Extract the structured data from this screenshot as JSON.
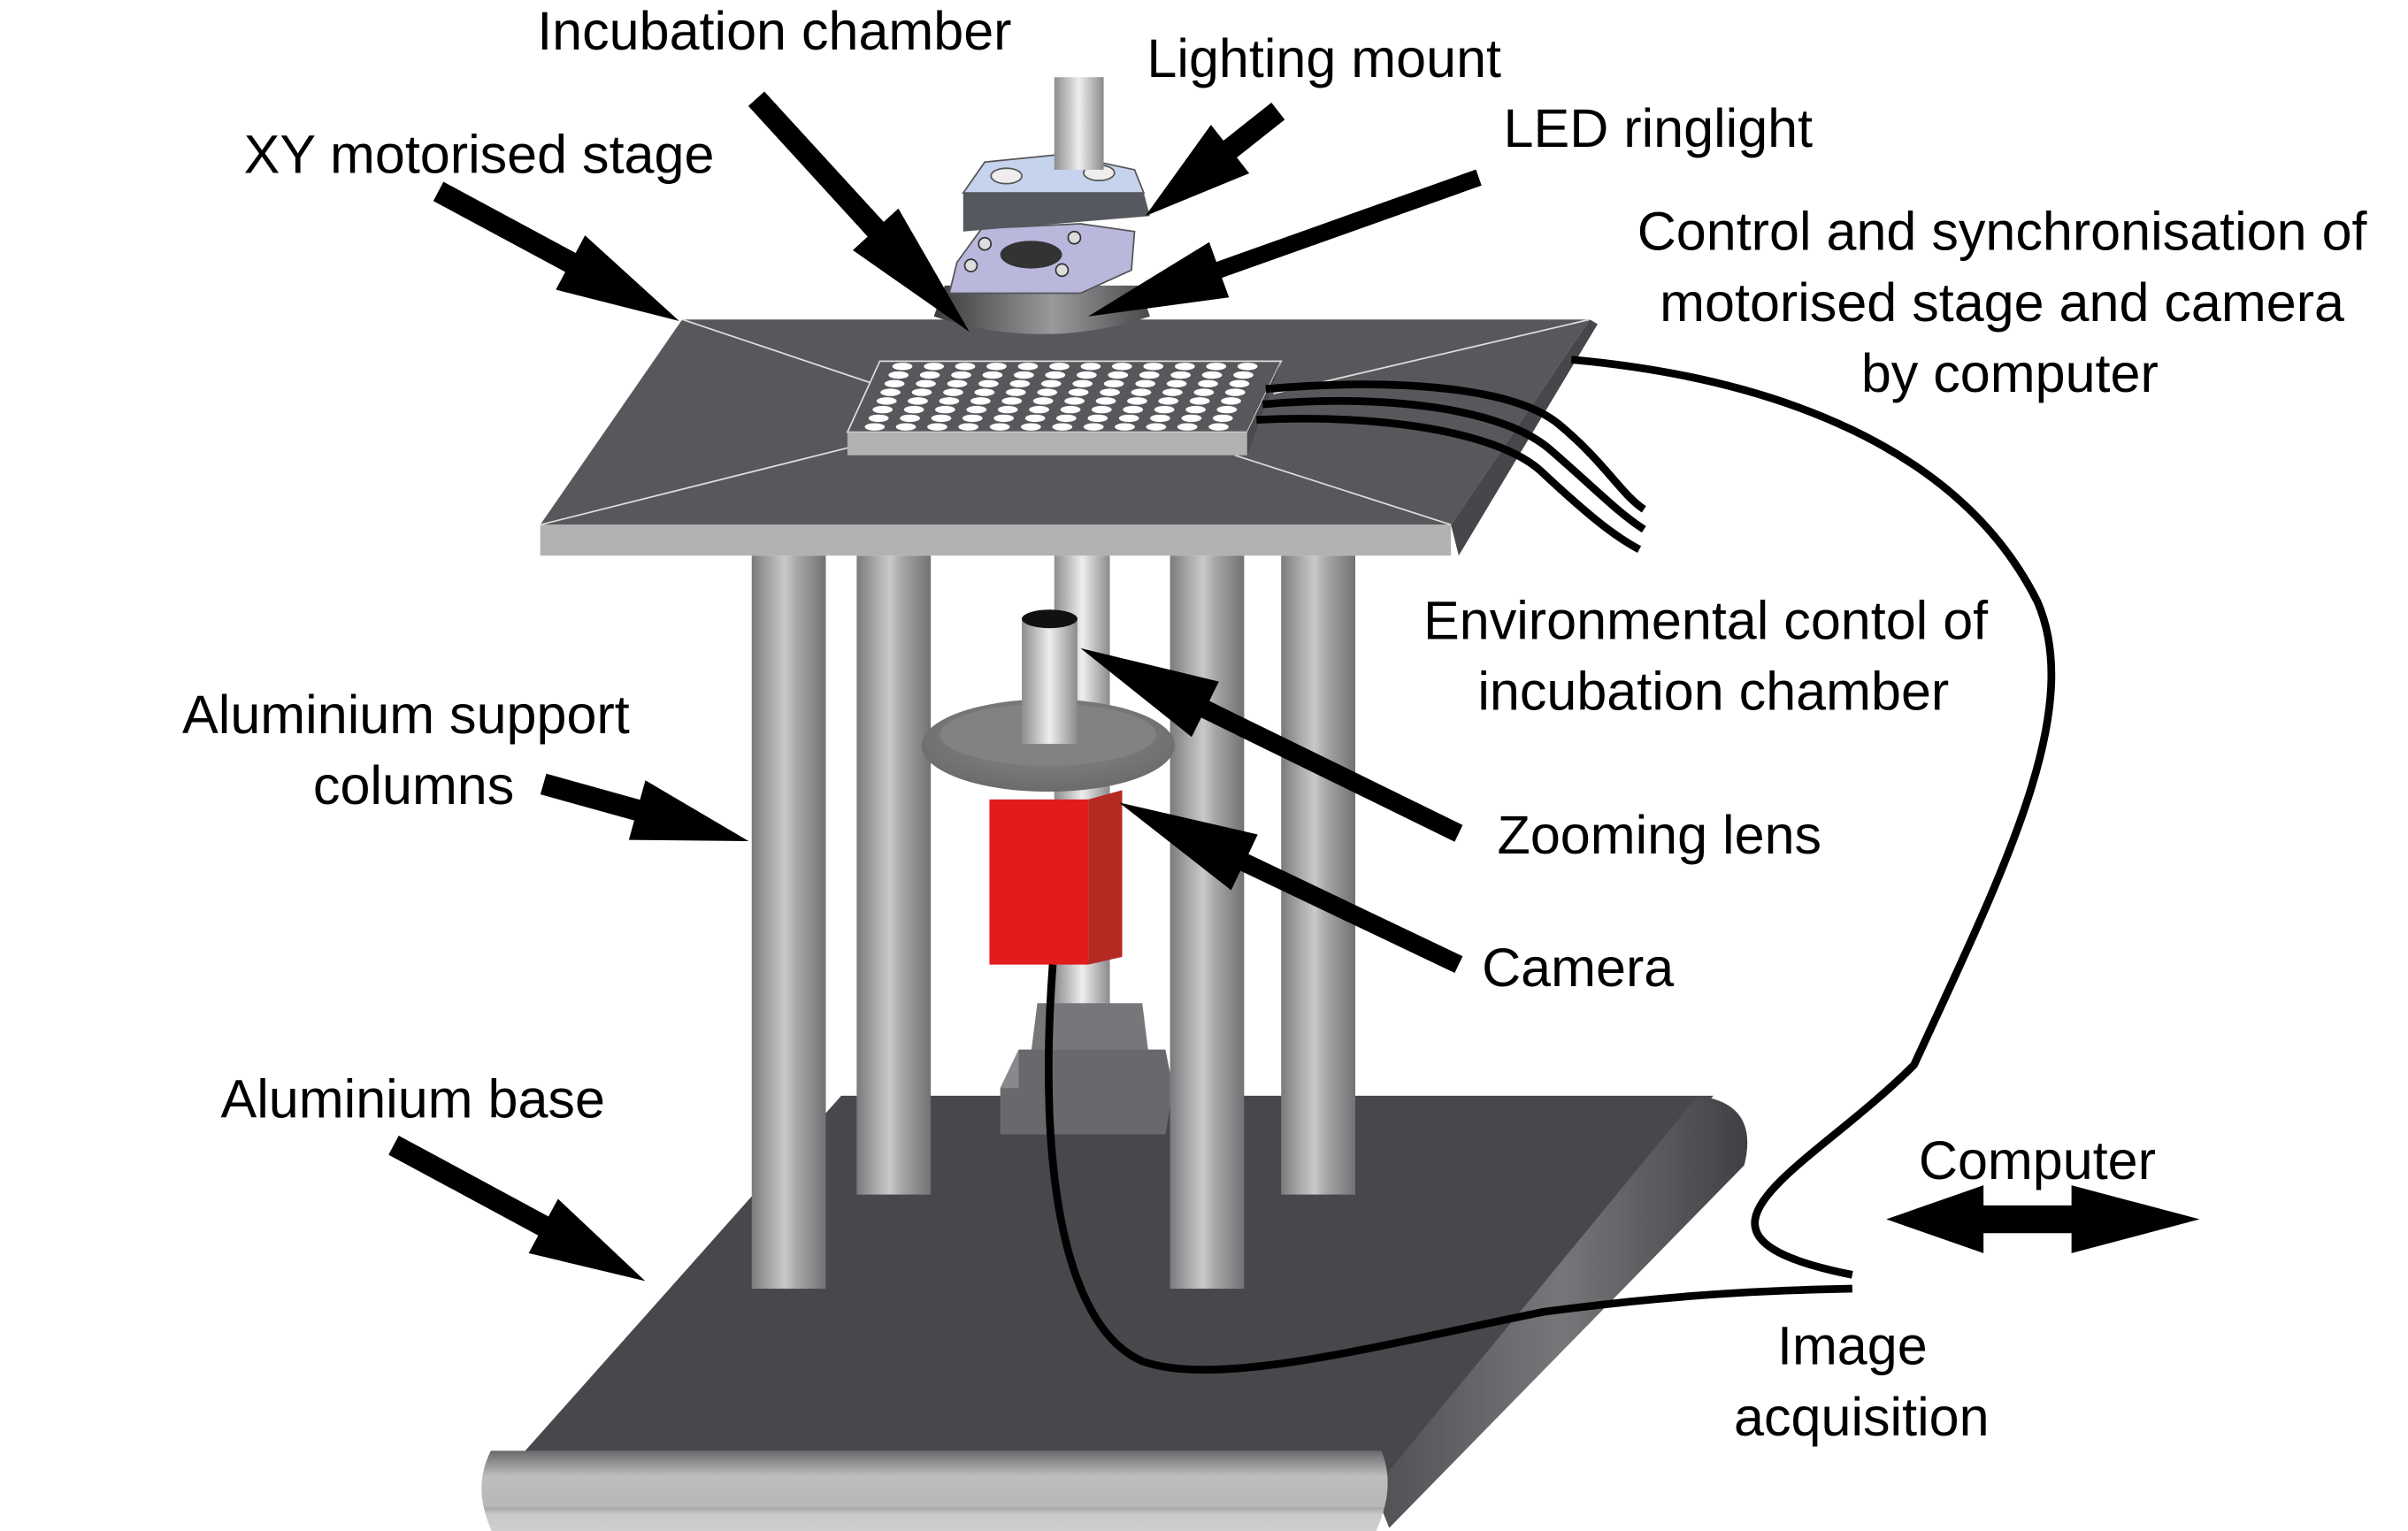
{
  "figure": {
    "type": "apparatus-schematic",
    "subject": "Automated imaging rig with XY motorised stage and camera"
  },
  "labels": {
    "incubation_chamber": "Incubation chamber",
    "lighting_mount": "Lighting mount",
    "xy_stage": "XY motorised stage",
    "led_ringlight": "LED ringlight",
    "control_sync": [
      "Control and synchronisation of",
      "motorised stage and camera",
      "by computer"
    ],
    "environmental_control": [
      "Environmental contol of",
      "incubation chamber"
    ],
    "support_columns": [
      "Aluminium support",
      "columns"
    ],
    "zooming_lens": "Zooming lens",
    "camera": "Camera",
    "aluminium_base": "Aluminium base",
    "computer": "Computer",
    "image_acquisition": [
      "Image",
      "acquisition"
    ]
  },
  "colors": {
    "camera_body": "#e31b1d",
    "camera_side": "#b42a22",
    "stage_top": "#58585c",
    "stage_edge": "#b2b2b2",
    "base_top": "#48474c",
    "mount_upper": "#c5d3ec",
    "mount_lower": "#b9b7dc",
    "arrow": "#000000"
  },
  "well_plate": {
    "rows": 8,
    "columns": 12
  }
}
